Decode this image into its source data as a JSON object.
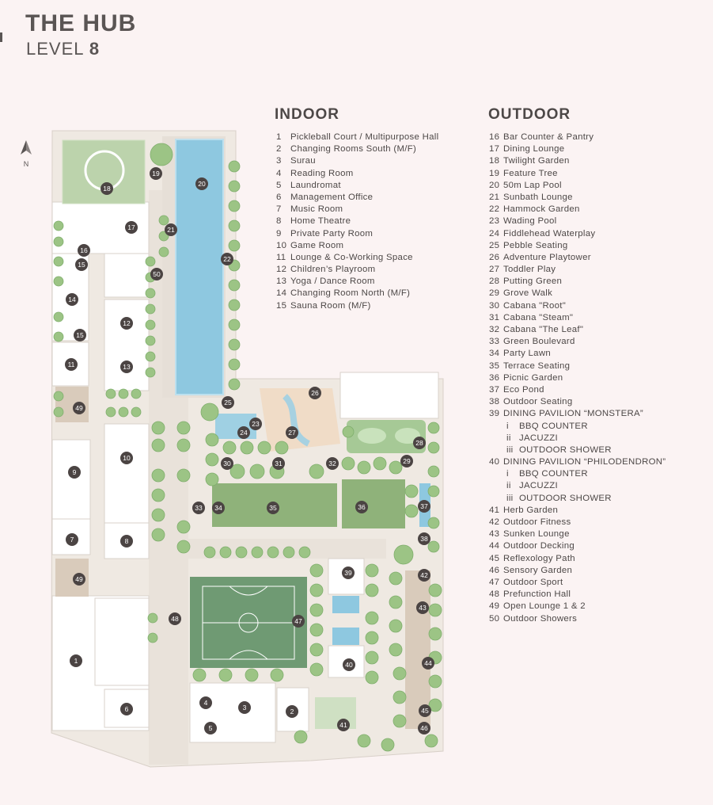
{
  "header": {
    "title": "THE HUB",
    "level_label": "LEVEL",
    "level_number": "8"
  },
  "compass": {
    "label": "N"
  },
  "indoor": {
    "heading": "INDOOR",
    "items": [
      {
        "n": "1",
        "label": "Pickleball Court / Multipurpose Hall"
      },
      {
        "n": "2",
        "label": "Changing Rooms South (M/F)"
      },
      {
        "n": "3",
        "label": "Surau"
      },
      {
        "n": "4",
        "label": "Reading Room"
      },
      {
        "n": "5",
        "label": "Laundromat"
      },
      {
        "n": "6",
        "label": "Management Office"
      },
      {
        "n": "7",
        "label": "Music Room"
      },
      {
        "n": "8",
        "label": "Home Theatre"
      },
      {
        "n": "9",
        "label": "Private Party Room"
      },
      {
        "n": "10",
        "label": "Game Room"
      },
      {
        "n": "11",
        "label": "Lounge & Co-Working Space"
      },
      {
        "n": "12",
        "label": "Children’s Playroom"
      },
      {
        "n": "13",
        "label": "Yoga / Dance Room"
      },
      {
        "n": "14",
        "label": "Changing Room North (M/F)"
      },
      {
        "n": "15",
        "label": "Sauna Room (M/F)"
      }
    ]
  },
  "outdoor": {
    "heading": "OUTDOOR",
    "items": [
      {
        "n": "16",
        "label": "Bar Counter & Pantry"
      },
      {
        "n": "17",
        "label": "Dining Lounge"
      },
      {
        "n": "18",
        "label": "Twilight Garden"
      },
      {
        "n": "19",
        "label": "Feature Tree"
      },
      {
        "n": "20",
        "label": "50m Lap Pool"
      },
      {
        "n": "21",
        "label": "Sunbath Lounge"
      },
      {
        "n": "22",
        "label": "Hammock Garden"
      },
      {
        "n": "23",
        "label": "Wading Pool"
      },
      {
        "n": "24",
        "label": "Fiddlehead Waterplay"
      },
      {
        "n": "25",
        "label": "Pebble Seating"
      },
      {
        "n": "26",
        "label": "Adventure Playtower"
      },
      {
        "n": "27",
        "label": "Toddler Play"
      },
      {
        "n": "28",
        "label": "Putting Green"
      },
      {
        "n": "29",
        "label": "Grove Walk"
      },
      {
        "n": "30",
        "label": "Cabana \"Root\""
      },
      {
        "n": "31",
        "label": "Cabana \"Steam\""
      },
      {
        "n": "32",
        "label": "Cabana \"The Leaf\""
      },
      {
        "n": "33",
        "label": "Green Boulevard"
      },
      {
        "n": "34",
        "label": "Party Lawn"
      },
      {
        "n": "35",
        "label": "Terrace Seating"
      },
      {
        "n": "36",
        "label": "Picnic Garden"
      },
      {
        "n": "37",
        "label": "Eco Pond"
      },
      {
        "n": "38",
        "label": "Outdoor Seating"
      },
      {
        "n": "39",
        "label": "DINING PAVILION “MONSTERA”"
      },
      {
        "n": "",
        "sub": "i",
        "label": "BBQ COUNTER"
      },
      {
        "n": "",
        "sub": "ii",
        "label": "JACUZZI"
      },
      {
        "n": "",
        "sub": "iii",
        "label": "OUTDOOR SHOWER"
      },
      {
        "n": "40",
        "label": "DINING PAVILION “PHILODENDRON”"
      },
      {
        "n": "",
        "sub": "i",
        "label": "BBQ COUNTER"
      },
      {
        "n": "",
        "sub": "ii",
        "label": "JACUZZI"
      },
      {
        "n": "",
        "sub": "iii",
        "label": "OUTDOOR SHOWER"
      },
      {
        "n": "41",
        "label": "Herb Garden"
      },
      {
        "n": "42",
        "label": "Outdoor Fitness"
      },
      {
        "n": "43",
        "label": "Sunken Lounge"
      },
      {
        "n": "44",
        "label": "Outdoor Decking"
      },
      {
        "n": "45",
        "label": "Reflexology Path"
      },
      {
        "n": "46",
        "label": "Sensory Garden"
      },
      {
        "n": "47",
        "label": "Outdoor Sport"
      },
      {
        "n": "48",
        "label": "Prefunction Hall"
      },
      {
        "n": "49",
        "label": "Open Lounge 1 & 2"
      },
      {
        "n": "50",
        "label": "Outdoor Showers"
      }
    ]
  },
  "map_pins": [
    "1",
    "2",
    "3",
    "4",
    "5",
    "6",
    "7",
    "8",
    "9",
    "10",
    "11",
    "12",
    "13",
    "14",
    "15",
    "15",
    "16",
    "17",
    "18",
    "19",
    "20",
    "21",
    "22",
    "23",
    "24",
    "25",
    "26",
    "27",
    "28",
    "29",
    "30",
    "31",
    "32",
    "33",
    "34",
    "35",
    "36",
    "37",
    "38",
    "39",
    "40",
    "41",
    "42",
    "43",
    "44",
    "45",
    "46",
    "47",
    "48",
    "49",
    "49",
    "50"
  ],
  "colors": {
    "background": "#fbf3f3",
    "pin": "#4b4443",
    "lawn": "#8fb27a",
    "pool": "#8ec8e0",
    "building": "#ffffff",
    "paving": "#ece6df",
    "tree": "#9cc485"
  }
}
